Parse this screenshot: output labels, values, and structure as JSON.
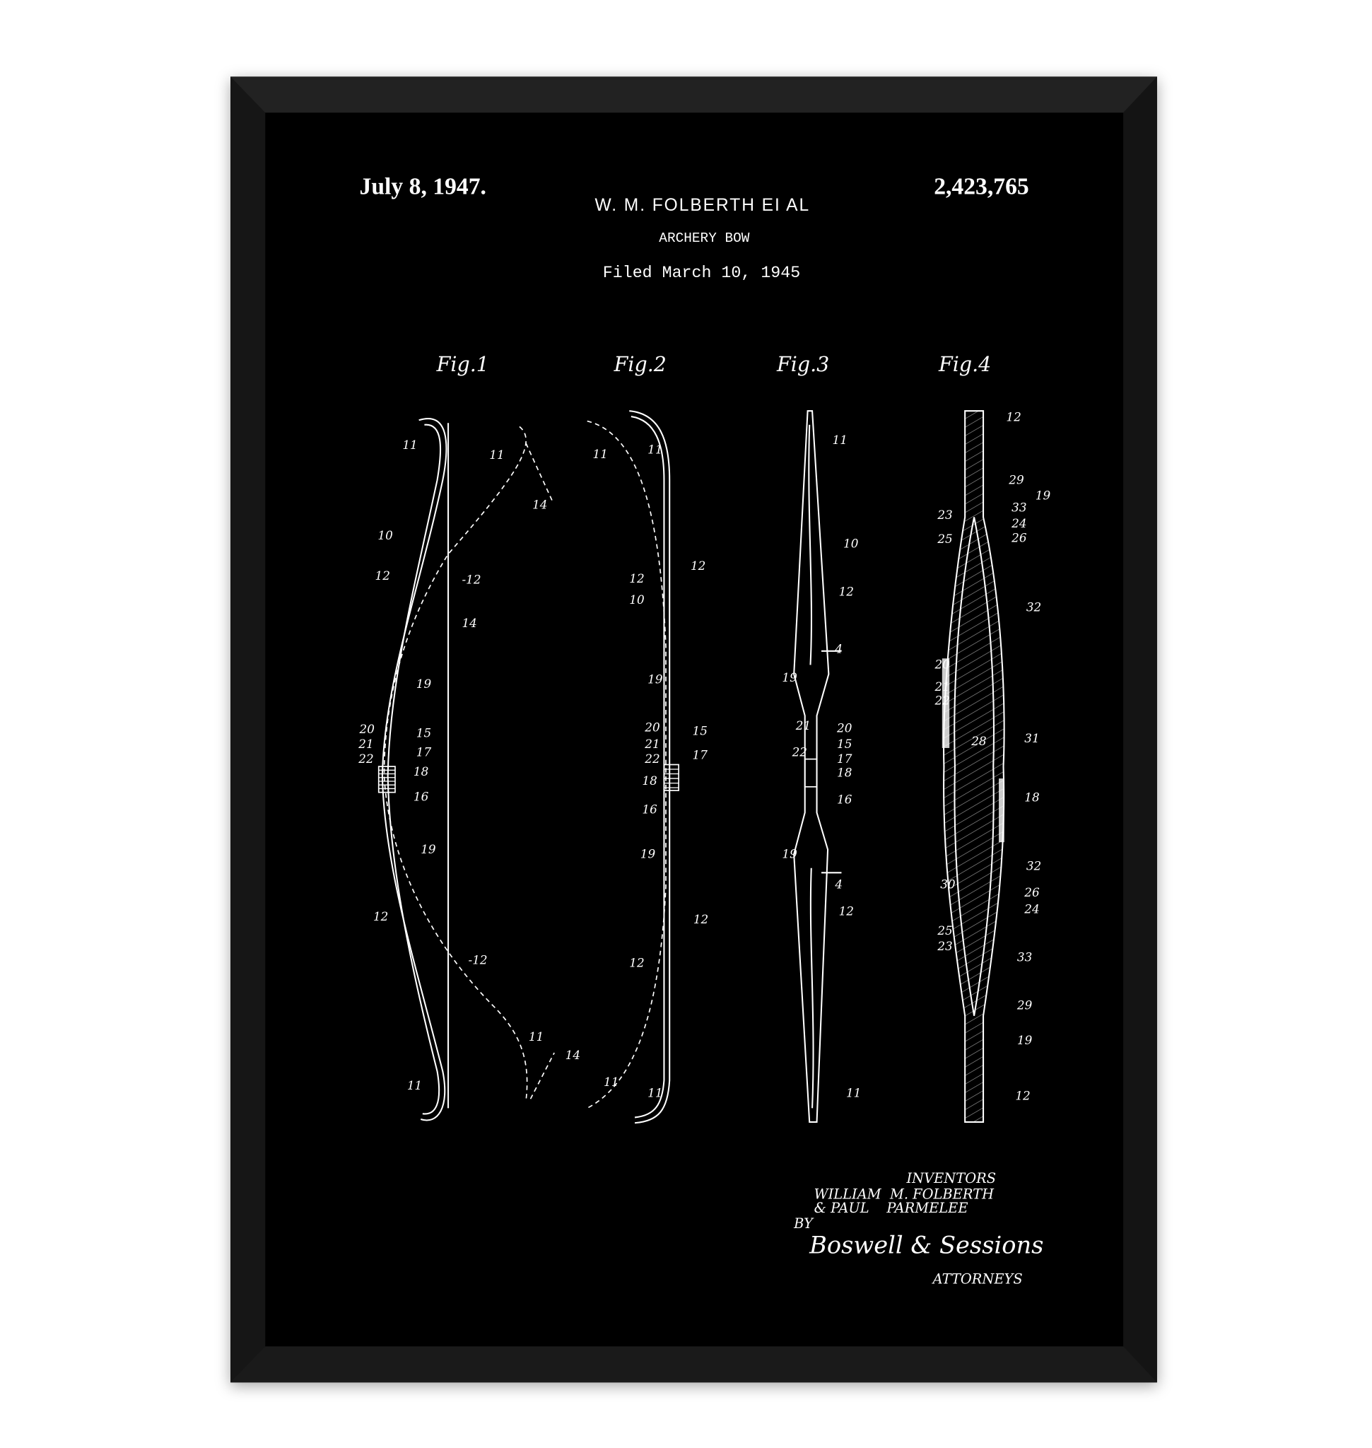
{
  "header": {
    "date": "July 8, 1947.",
    "patent_number": "2,423,765",
    "inventor_line": "W. M. FOLBERTH EI AL",
    "title": "ARCHERY BOW",
    "filed": "Filed March 10, 1945"
  },
  "figures": [
    {
      "label": "Fig.1",
      "refs": [
        "11",
        "10",
        "12",
        "-12",
        "14",
        "19",
        "20",
        "15",
        "21",
        "17",
        "22",
        "18",
        "16",
        "19",
        "12",
        "-12",
        "11",
        "11",
        "14",
        "11",
        "14"
      ]
    },
    {
      "label": "Fig.2",
      "refs": [
        "11",
        "11",
        "12",
        "12",
        "10",
        "19",
        "20",
        "15",
        "21",
        "17",
        "22",
        "18",
        "16",
        "19",
        "12",
        "12",
        "11",
        "11"
      ]
    },
    {
      "label": "Fig.3",
      "refs": [
        "11",
        "10",
        "12",
        "4",
        "19",
        "21",
        "20",
        "15",
        "22",
        "17",
        "18",
        "16",
        "19",
        "4",
        "12",
        "11"
      ]
    },
    {
      "label": "Fig.4",
      "refs": [
        "12",
        "29",
        "19",
        "23",
        "33",
        "24",
        "25",
        "26",
        "32",
        "20",
        "21",
        "22",
        "28",
        "31",
        "18",
        "32",
        "30",
        "26",
        "24",
        "25",
        "23",
        "33",
        "29",
        "19",
        "12"
      ]
    }
  ],
  "signature": {
    "inventors_heading": "INVENTORS",
    "names_line1": "WILLIAM  M. FOLBERTH",
    "names_line2": "& PAUL    PARMELEE",
    "by": "BY",
    "attorney_signature": "Boswell & Sessions",
    "attorneys_label": "ATTORNEYS"
  },
  "colors": {
    "frame": "#1c1c1c",
    "poster": "#000000",
    "ink": "#ffffff"
  }
}
